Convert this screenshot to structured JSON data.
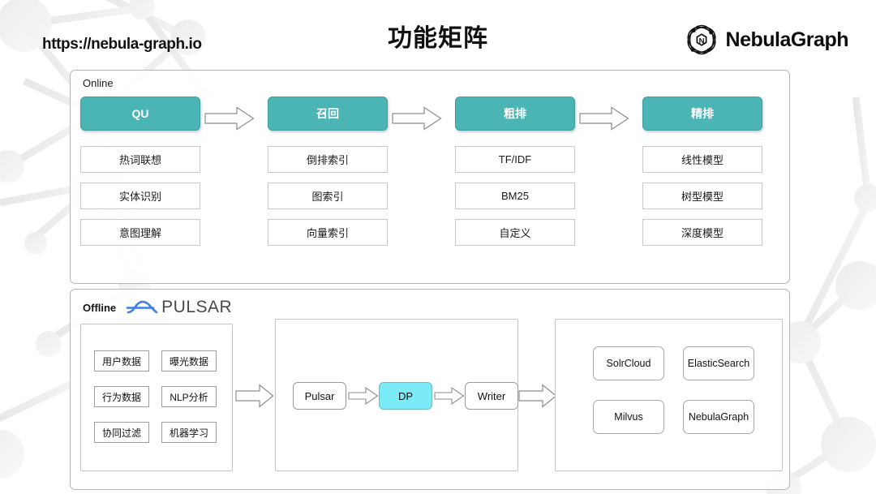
{
  "header": {
    "site_url": "https://nebula-graph.io",
    "title": "功能矩阵",
    "brand_name": "NebulaGraph",
    "brand_icon": "nebula-orbit-logo"
  },
  "colors": {
    "stage_teal": "#4BB5B5",
    "dp_cyan": "#7BECF7",
    "pulsar_blue": "#3D7EE8",
    "panel_border": "#b6b6b6",
    "box_border": "#c9c9c9"
  },
  "online": {
    "label": "Online",
    "stages": [
      {
        "head": "QU",
        "items": [
          "热词联想",
          "实体识别",
          "意图理解"
        ]
      },
      {
        "head": "召回",
        "items": [
          "倒排索引",
          "图索引",
          "向量索引"
        ]
      },
      {
        "head": "粗排",
        "items": [
          "TF/IDF",
          "BM25",
          "自定义"
        ]
      },
      {
        "head": "精排",
        "items": [
          "线性模型",
          "树型模型",
          "深度模型"
        ]
      }
    ],
    "arrow_icon": "right-block-arrow"
  },
  "offline": {
    "label": "Offline",
    "pulsar_word": "PULSAR",
    "pulsar_icon": "pulsar-wave-logo",
    "sources": [
      "用户数据",
      "曝光数据",
      "行为数据",
      "NLP分析",
      "协同过滤",
      "机器学习"
    ],
    "pipeline": {
      "nodes": [
        "Pulsar",
        "DP",
        "Writer"
      ],
      "accent_node": "DP",
      "arrow_icon": "right-block-arrow"
    },
    "stores": [
      "SolrCloud",
      "ElasticSearch",
      "Milvus",
      "NebulaGraph"
    ],
    "arrow_in_icon": "right-block-arrow",
    "arrow_out_icon": "right-block-arrow"
  }
}
